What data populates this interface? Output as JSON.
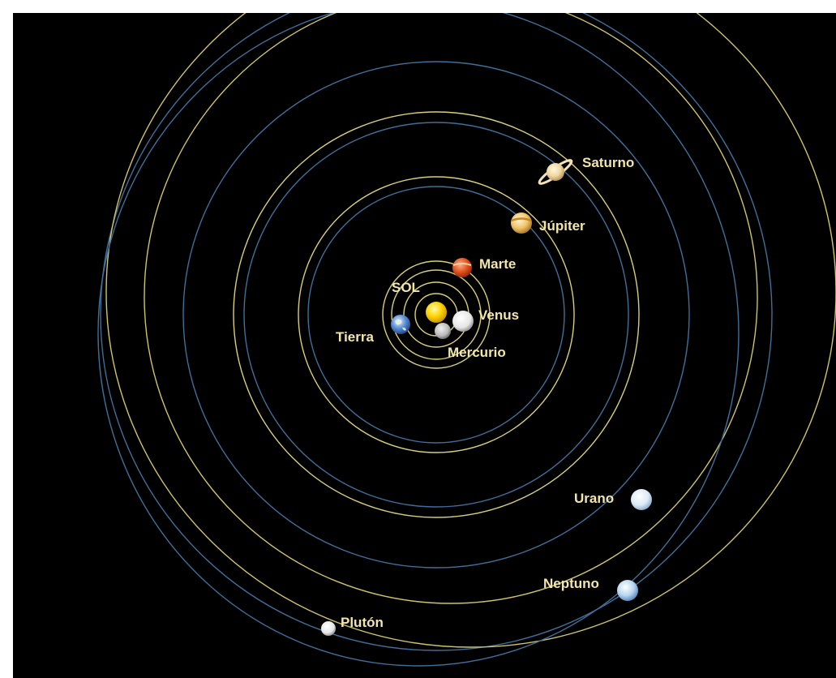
{
  "colors": {
    "background": "#000000",
    "label": "#f2e6a8",
    "orbit_inner": "#d8cf7a",
    "orbit_blue": "#3f6f9a",
    "orbit_outer_yellow": "#cfc46a"
  },
  "sun": {
    "label": "SOL",
    "icon": "sun-icon"
  },
  "planets": [
    {
      "key": "mercurio",
      "label": "Mercurio",
      "icon": "mercury-icon"
    },
    {
      "key": "venus",
      "label": "Venus",
      "icon": "venus-icon"
    },
    {
      "key": "tierra",
      "label": "Tierra",
      "icon": "earth-icon"
    },
    {
      "key": "marte",
      "label": "Marte",
      "icon": "mars-icon"
    },
    {
      "key": "jupiter",
      "label": "Júpiter",
      "icon": "jupiter-icon"
    },
    {
      "key": "saturno",
      "label": "Saturno",
      "icon": "saturn-icon"
    },
    {
      "key": "urano",
      "label": "Urano",
      "icon": "uranus-icon"
    },
    {
      "key": "neptuno",
      "label": "Neptuno",
      "icon": "neptune-icon"
    },
    {
      "key": "pluton",
      "label": "Plutón",
      "icon": "pluto-icon"
    }
  ]
}
